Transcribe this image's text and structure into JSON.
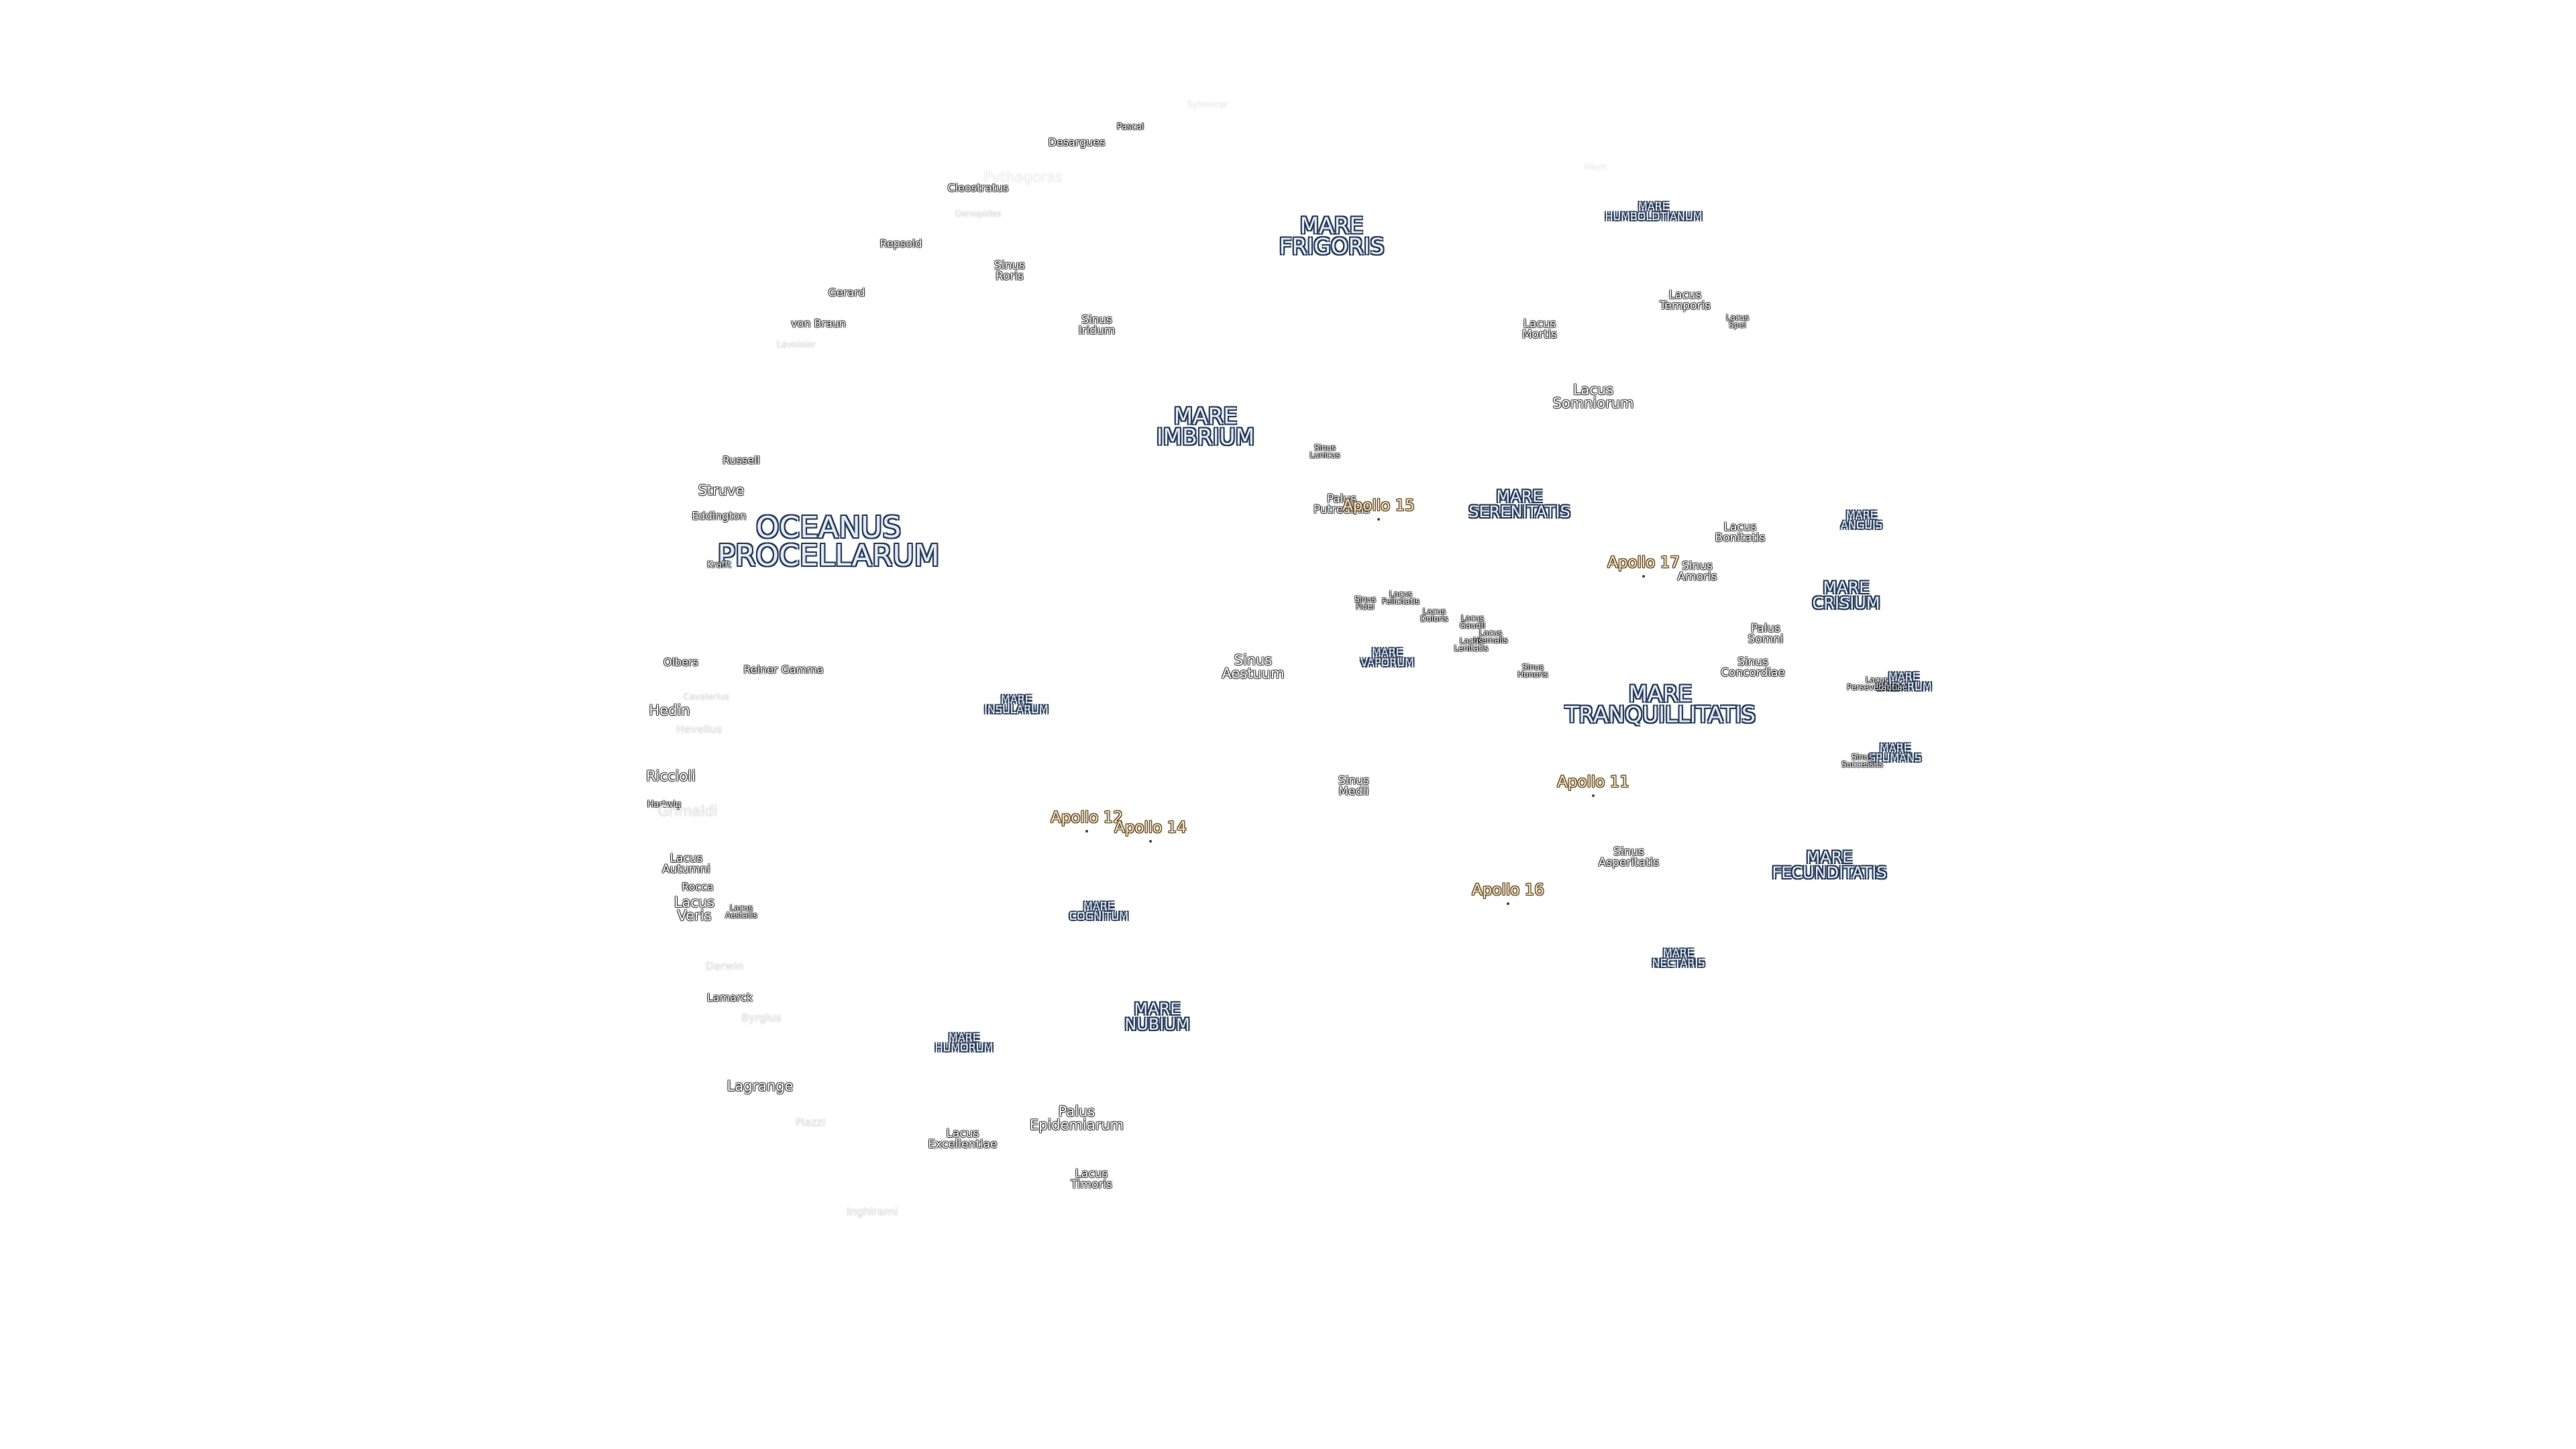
{
  "features": [
    {
      "id": "oceanus-procellarum",
      "cls": "sea xl",
      "text": "OCEANUS\nPROCELLARUM"
    },
    {
      "id": "mare-frigoris",
      "cls": "sea lg",
      "text": "MARE\nFRIGORIS"
    },
    {
      "id": "mare-imbrium",
      "cls": "sea lg",
      "text": "MARE\nIMBRIUM"
    },
    {
      "id": "mare-serenitatis",
      "cls": "sea md",
      "text": "MARE\nSERENITATIS"
    },
    {
      "id": "mare-tranquillitatis",
      "cls": "sea lg",
      "text": "MARE\nTRANQUILLITATIS"
    },
    {
      "id": "mare-crisium",
      "cls": "sea md",
      "text": "MARE\nCRISIUM"
    },
    {
      "id": "mare-fecunditatis",
      "cls": "sea md",
      "text": "MARE\nFECUNDITATIS"
    },
    {
      "id": "mare-nectaris",
      "cls": "sea sm",
      "text": "MARE\nNECTARIS"
    },
    {
      "id": "mare-nubium",
      "cls": "sea md",
      "text": "MARE\nNUBIUM"
    },
    {
      "id": "mare-humorum",
      "cls": "sea sm",
      "text": "MARE\nHUMORUM"
    },
    {
      "id": "mare-cognitum",
      "cls": "sea sm",
      "text": "MARE\nCOGNITUM"
    },
    {
      "id": "mare-insularum",
      "cls": "sea sm",
      "text": "MARE\nINSULARUM"
    },
    {
      "id": "mare-vaporum",
      "cls": "sea sm",
      "text": "MARE\nVAPORUM"
    },
    {
      "id": "mare-humboldtianum",
      "cls": "sea sm",
      "text": "MARE\nHUMBOLDTIANUM"
    },
    {
      "id": "mare-anguis",
      "cls": "sea sm",
      "text": "MARE\nANGUIS"
    },
    {
      "id": "mare-undarum",
      "cls": "sea sm",
      "text": "MARE\nUNDARUM"
    },
    {
      "id": "mare-spumans",
      "cls": "sea sm",
      "text": "MARE\nSPUMANS"
    },
    {
      "id": "sinus-iridum",
      "cls": "lake",
      "text": "Sinus\nIridum"
    },
    {
      "id": "sinus-roris",
      "cls": "lake",
      "text": "Sinus\nRoris"
    },
    {
      "id": "sinus-aestuum",
      "cls": "lake md",
      "text": "Sinus\nAestuum"
    },
    {
      "id": "sinus-medii",
      "cls": "lake",
      "text": "Sinus\nMedii"
    },
    {
      "id": "sinus-asperitatis",
      "cls": "lake",
      "text": "Sinus\nAsperitatis"
    },
    {
      "id": "sinus-amoris",
      "cls": "lake",
      "text": "Sinus\nAmoris"
    },
    {
      "id": "sinus-concordiae",
      "cls": "lake",
      "text": "Sinus\nConcordiae"
    },
    {
      "id": "sinus-lunicus",
      "cls": "lake xs",
      "text": "Sinus\nLunicus"
    },
    {
      "id": "sinus-fidei",
      "cls": "lake xs",
      "text": "Sinus\nFidei"
    },
    {
      "id": "sinus-honoris",
      "cls": "lake xs",
      "text": "Sinus\nHonoris"
    },
    {
      "id": "sinus-successus",
      "cls": "lake xs",
      "text": "Sinus\nSuccessus"
    },
    {
      "id": "lacus-somniorum",
      "cls": "lake md",
      "text": "Lacus\nSomniorum"
    },
    {
      "id": "lacus-temporis",
      "cls": "lake",
      "text": "Lacus\nTemporis"
    },
    {
      "id": "lacus-spei",
      "cls": "lake xs",
      "text": "Lacus\nSpei"
    },
    {
      "id": "lacus-mortis",
      "cls": "lake",
      "text": "Lacus\nMortis"
    },
    {
      "id": "lacus-bonitatis",
      "cls": "lake",
      "text": "Lacus\nBonitatis"
    },
    {
      "id": "lacus-doloris",
      "cls": "lake xs",
      "text": "Lacus\nDoloris"
    },
    {
      "id": "lacus-gaudii",
      "cls": "lake xs",
      "text": "Lacus\nGaudii"
    },
    {
      "id": "lacus-felicitatis",
      "cls": "lake xs",
      "text": "Lacus\nFelicitatis"
    },
    {
      "id": "lacus-hiemalis",
      "cls": "lake xs",
      "text": "Lacus\nHiemalis"
    },
    {
      "id": "lacus-lenitatis",
      "cls": "lake xs",
      "text": "Lacus\nLenitatis"
    },
    {
      "id": "lacus-perseverantiae",
      "cls": "lake xs",
      "text": "Lacus\nPerseverantiae"
    },
    {
      "id": "lacus-autumni",
      "cls": "lake",
      "text": "Lacus\nAutumni"
    },
    {
      "id": "lacus-veris",
      "cls": "lake md",
      "text": "Lacus\nVeris"
    },
    {
      "id": "lacus-aestatis",
      "cls": "lake xs",
      "text": "Lacus\nAestatis"
    },
    {
      "id": "lacus-excellentiae",
      "cls": "lake",
      "text": "Lacus\nExcellentiae"
    },
    {
      "id": "lacus-timoris",
      "cls": "lake",
      "text": "Lacus\nTimoris"
    },
    {
      "id": "palus-epidemiarum",
      "cls": "lake md",
      "text": "Palus\nEpidemiarum"
    },
    {
      "id": "palus-putredinis",
      "cls": "lake",
      "text": "Palus\nPutredinis"
    },
    {
      "id": "palus-somni",
      "cls": "lake",
      "text": "Palus\nSomni"
    },
    {
      "id": "sylvester",
      "cls": "crater sm ghost",
      "text": "Sylvester"
    },
    {
      "id": "pascal",
      "cls": "crater sm",
      "text": "Pascal"
    },
    {
      "id": "desargues",
      "cls": "crater",
      "text": "Desargues"
    },
    {
      "id": "pythagoras",
      "cls": "crater lg ghost",
      "text": "Pythagoras"
    },
    {
      "id": "cleostratus",
      "cls": "crater",
      "text": "Cleostratus"
    },
    {
      "id": "oenopides",
      "cls": "crater sm fade",
      "text": "Oenopides"
    },
    {
      "id": "repsold",
      "cls": "crater",
      "text": "Repsold"
    },
    {
      "id": "gerard",
      "cls": "crater",
      "text": "Gerard"
    },
    {
      "id": "von-braun",
      "cls": "crater",
      "text": "von Braun"
    },
    {
      "id": "lavoisier",
      "cls": "crater sm fade",
      "text": "Lavoisier"
    },
    {
      "id": "hayn",
      "cls": "crater sm ghost",
      "text": "Hayn"
    },
    {
      "id": "russell",
      "cls": "crater",
      "text": "Russell"
    },
    {
      "id": "struve",
      "cls": "crater lg",
      "text": "Struve"
    },
    {
      "id": "eddington",
      "cls": "crater",
      "text": "Eddington"
    },
    {
      "id": "krafft",
      "cls": "crater sm",
      "text": "Krafft"
    },
    {
      "id": "olbers",
      "cls": "crater",
      "text": "Olbers"
    },
    {
      "id": "reiner-gamma",
      "cls": "crater",
      "text": "Reiner Gamma"
    },
    {
      "id": "cavalerius",
      "cls": "crater sm fade",
      "text": "Cavalerius"
    },
    {
      "id": "hedin",
      "cls": "crater lg",
      "text": "Hedin"
    },
    {
      "id": "hevelius",
      "cls": "crater fade",
      "text": "Hevelius"
    },
    {
      "id": "riccioli",
      "cls": "crater lg",
      "text": "Riccioli"
    },
    {
      "id": "hartwig",
      "cls": "crater sm",
      "text": "Hartwig"
    },
    {
      "id": "grimaldi",
      "cls": "crater lg fade",
      "text": "Grimaldi"
    },
    {
      "id": "rocca",
      "cls": "crater",
      "text": "Rocca"
    },
    {
      "id": "darwin",
      "cls": "crater fade",
      "text": "Darwin"
    },
    {
      "id": "lamarck",
      "cls": "crater",
      "text": "Lamarck"
    },
    {
      "id": "byrgius",
      "cls": "crater fade",
      "text": "Byrgius"
    },
    {
      "id": "lagrange",
      "cls": "crater lg",
      "text": "Lagrange"
    },
    {
      "id": "piazzi",
      "cls": "crater fade",
      "text": "Piazzi"
    },
    {
      "id": "inghirami",
      "cls": "crater fade",
      "text": "Inghirami"
    },
    {
      "id": "apollo-11",
      "cls": "apollo",
      "text": "Apollo 11"
    },
    {
      "id": "apollo-12",
      "cls": "apollo",
      "text": "Apollo 12"
    },
    {
      "id": "apollo-14",
      "cls": "apollo",
      "text": "Apollo 14"
    },
    {
      "id": "apollo-15",
      "cls": "apollo",
      "text": "Apollo 15"
    },
    {
      "id": "apollo-16",
      "cls": "apollo",
      "text": "Apollo 16"
    },
    {
      "id": "apollo-17",
      "cls": "apollo",
      "text": "Apollo 17"
    }
  ]
}
